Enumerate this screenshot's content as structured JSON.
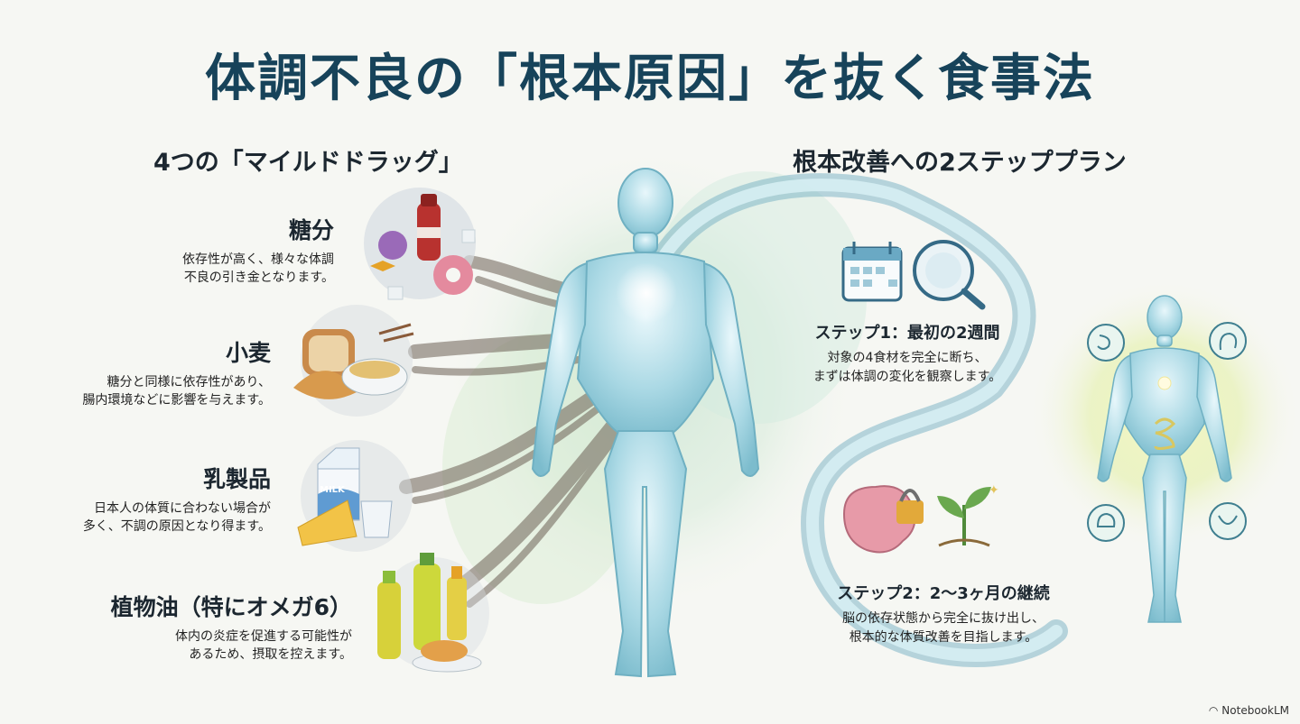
{
  "title": "体調不良の「根本原因」を抜く食事法",
  "left_section": {
    "heading": "4つの「マイルドドラッグ」",
    "items": [
      {
        "name": "糖分",
        "desc_lines": [
          "依存性が高く、様々な体調",
          "不良の引き金となります。"
        ],
        "icon": "sweets-icon"
      },
      {
        "name": "小麦",
        "desc_lines": [
          "糖分と同様に依存性があり、",
          "腸内環境などに影響を与えます。"
        ],
        "icon": "bread-noodles-icon"
      },
      {
        "name": "乳製品",
        "desc_lines": [
          "日本人の体質に合わない場合が",
          "多く、不調の原因となり得ます。"
        ],
        "icon": "milk-cheese-icon"
      },
      {
        "name": "植物油（特にオメガ6）",
        "desc_lines": [
          "体内の炎症を促進する可能性が",
          "あるため、摂取を控えます。"
        ],
        "icon": "oil-bottles-icon"
      }
    ],
    "milk_label": "MILK"
  },
  "right_section": {
    "heading": "根本改善への2ステッププラン",
    "steps": [
      {
        "title": "ステップ1：最初の2週間",
        "desc_lines": [
          "対象の4食材を完全に断ち、",
          "まずは体調の変化を観察します。"
        ],
        "icons": [
          "calendar-icon",
          "magnifier-icon"
        ]
      },
      {
        "title": "ステップ2：2〜3ヶ月の継続",
        "desc_lines": [
          "脳の依存状態から完全に抜け出し、",
          "根本的な体質改善を目指します。"
        ],
        "icons": [
          "brain-lock-icon",
          "sprout-icon"
        ]
      }
    ]
  },
  "credit": "NotebookLM",
  "colors": {
    "title": "#17435a",
    "body_blue": "#8fc9d8",
    "smoke": "#6d6156",
    "path": "#7fb6c6",
    "glow": "#e6f0a0"
  }
}
